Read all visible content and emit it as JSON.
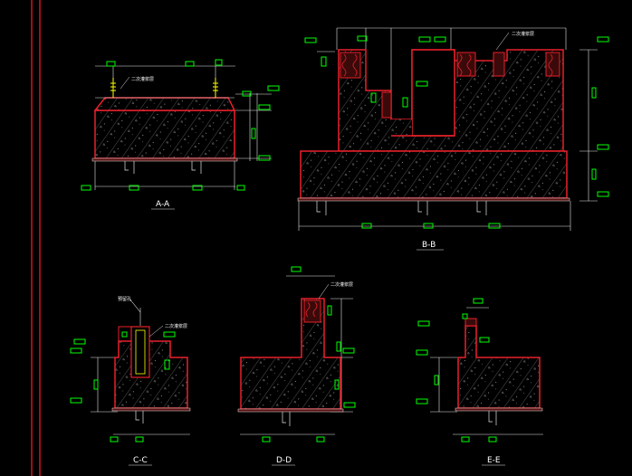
{
  "drawing": {
    "background": "#000000",
    "frame_color": "#d4121b",
    "outline_color": "#e8202a",
    "dim_color": "#e6e6e6",
    "tag_color": "#00ff00",
    "rebar_color": "#ffff00",
    "sections": [
      {
        "id": "A-A",
        "label": "A-A",
        "note": "二次灌浆层"
      },
      {
        "id": "B-B",
        "label": "B-B",
        "note": "二次灌浆层"
      },
      {
        "id": "C-C",
        "label": "C-C",
        "note": "二次灌浆层",
        "note2": "预留孔"
      },
      {
        "id": "D-D",
        "label": "D-D",
        "note": "二次灌浆层"
      },
      {
        "id": "E-E",
        "label": "E-E",
        "note": ""
      }
    ]
  }
}
